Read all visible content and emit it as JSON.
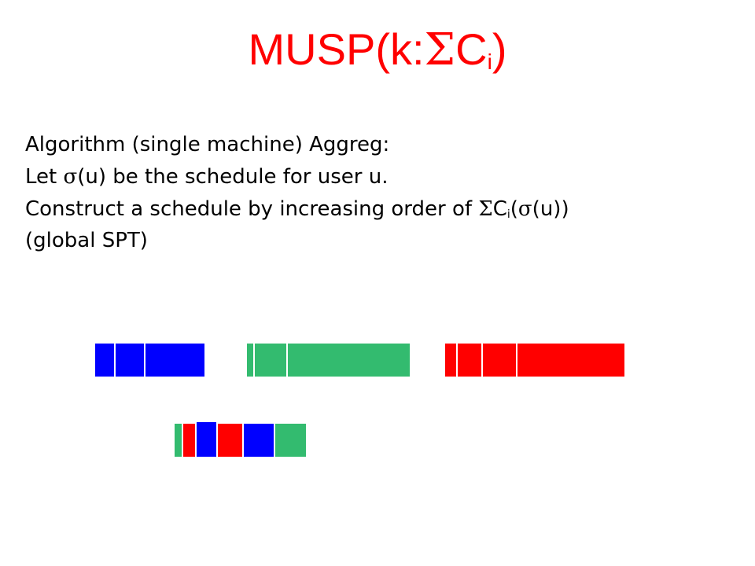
{
  "title": {
    "prefix": "MUSP(k:",
    "sigma": "Σ",
    "c": "C",
    "sub": "i",
    "suffix": ")"
  },
  "lines": {
    "line1": "Algorithm (single machine) Aggreg:",
    "line2_pre": "Let ",
    "sigma": "σ",
    "line2_post": "(u) be the schedule for user u.",
    "line3_pre": "Construct a schedule by increasing order of ",
    "sum_sigma": "Σ",
    "c": "C",
    "sub": "i",
    "open": "(",
    "line3_post": "(u))",
    "line4": "(global SPT)"
  },
  "colors": {
    "blue": "#0000ff",
    "green": "#33bb6f",
    "red": "#ff0000"
  },
  "diagram": {
    "user_schedules": [
      {
        "user": "blue",
        "jobs": [
          "blue",
          "blue",
          "blue"
        ]
      },
      {
        "user": "green",
        "jobs": [
          "green",
          "green",
          "green"
        ]
      },
      {
        "user": "red",
        "jobs": [
          "red",
          "red",
          "red",
          "red"
        ]
      }
    ],
    "aggregated_order": [
      "green",
      "red",
      "blue",
      "red",
      "blue",
      "green"
    ]
  }
}
